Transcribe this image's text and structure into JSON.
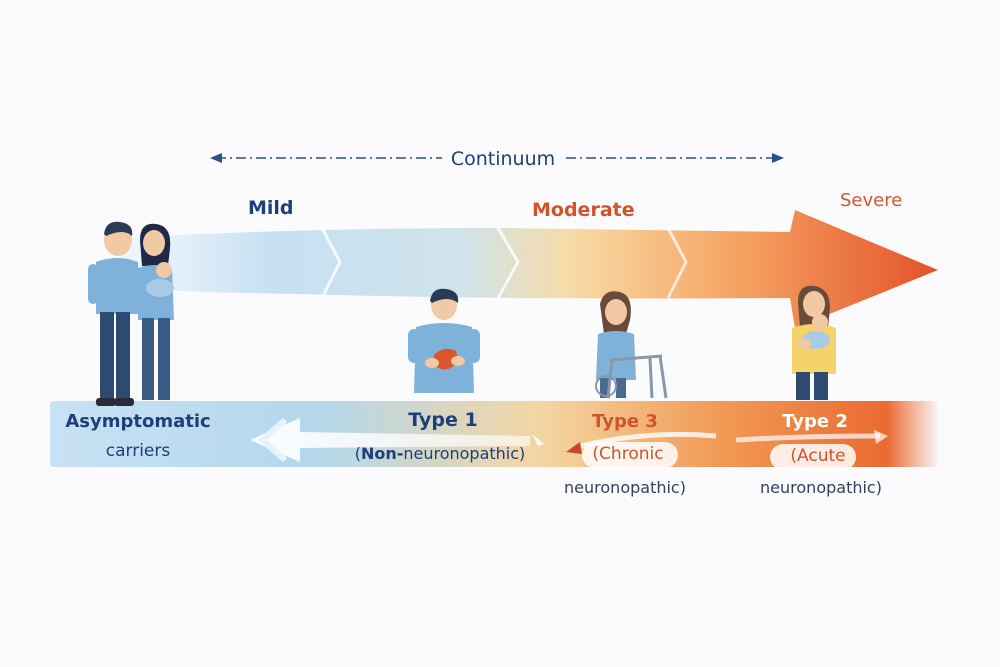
{
  "continuum_label": "Continuum",
  "severity": {
    "mild": "Mild",
    "moderate": "Moderate",
    "severe": "Severe"
  },
  "categories": {
    "asymptomatic": {
      "title": "Asymptomatic",
      "subtitle": "carriers"
    },
    "type1": {
      "title": "Type 1",
      "sub_bold": "Non-",
      "sub_rest": "neuronopathic)",
      "sub_open": "("
    },
    "type3": {
      "title": "Type 3",
      "sub": "(Chronic",
      "sub2": "neuronopathic)"
    },
    "type2": {
      "title": "Type 2",
      "sub": "(Acute",
      "sub2": "neuronopathic)"
    }
  },
  "colors": {
    "navy": "#1d3f7a",
    "orange": "#e4582a",
    "light_blue": "#bcd9ef",
    "peach": "#f7c48a"
  }
}
